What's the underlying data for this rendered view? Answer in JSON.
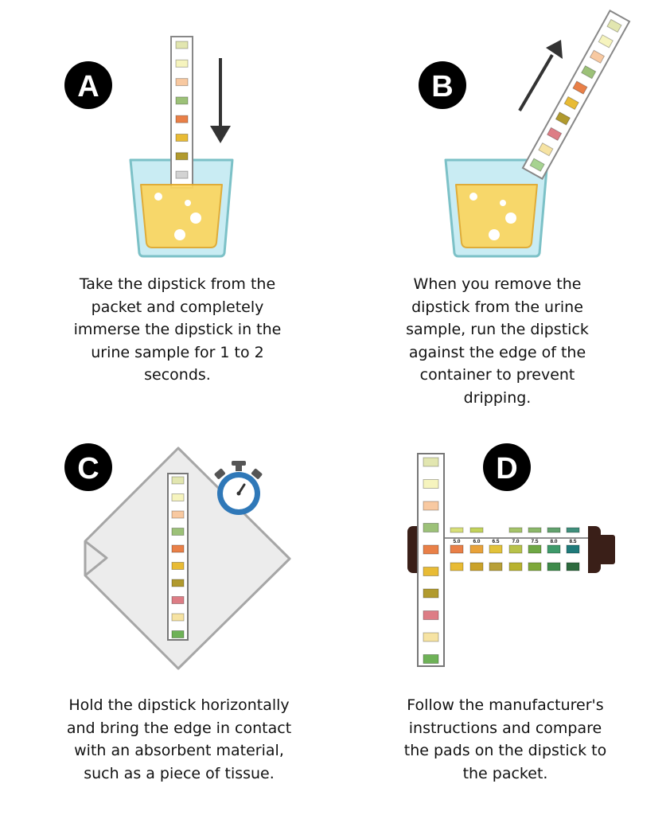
{
  "steps": [
    {
      "label": "A",
      "caption": [
        "Take the dipstick from the",
        "packet and completely",
        "immerse the dipstick in the",
        "urine sample for 1 to 2",
        "seconds."
      ]
    },
    {
      "label": "B",
      "caption": [
        "When you remove the",
        "dipstick from the urine",
        "sample, run the dipstick",
        "against the edge of the",
        "container to prevent",
        "dripping."
      ]
    },
    {
      "label": "C",
      "caption": [
        "Hold the dipstick horizontally",
        "and bring the edge in contact",
        "with an absorbent material,",
        "such as a piece of tissue."
      ]
    },
    {
      "label": "D",
      "caption": [
        "Follow the manufacturer's",
        "instructions and compare",
        "the pads on the dipstick to",
        "the packet."
      ]
    }
  ],
  "ph_scale": [
    "5.0",
    "6.0",
    "6.5",
    "7.0",
    "7.5",
    "8.0",
    "8.5"
  ],
  "colors": {
    "badge": "#000000",
    "cup_fill": "#c9ecf3",
    "cup_stroke": "#7cc1c7",
    "urine": "#fbd660",
    "urine_stroke": "#e1a82c",
    "strip_border": "#888888",
    "arrow": "#333333",
    "tissue": "#ececec",
    "tissue_stroke": "#a6a6a6",
    "timer_blue": "#2f78b8",
    "bottle": "#3a1f18"
  },
  "pad_colors": {
    "A": [
      "#e2e6b0",
      "#f6f4be",
      "#f8c9a1",
      "#9cc178",
      "#e98048",
      "#e8bb35",
      "#b19a2e",
      "#d3d3d3"
    ],
    "B": [
      "#e2e6b0",
      "#f6f4be",
      "#f8c9a1",
      "#9cc178",
      "#e98048",
      "#e8bb35",
      "#b19a2e",
      "#dd7d85",
      "#f6e3a3",
      "#a7d391"
    ],
    "C": [
      "#e2e6b0",
      "#f6f4be",
      "#f8c9a1",
      "#9cc178",
      "#e98048",
      "#e8bb35",
      "#b19a2e",
      "#dd7d85",
      "#f6e3a3",
      "#6eb257"
    ],
    "D": [
      "#e2e6b0",
      "#f6f4be",
      "#f8c9a1",
      "#9cc178",
      "#e98048",
      "#e8bb35",
      "#b19a2e",
      "#dd7d85",
      "#f6e3a3",
      "#6eb257"
    ],
    "label_row1": [
      "#d8e07a",
      "#c3d35c",
      "#a6c46a",
      "#8cb86a",
      "#62a26e",
      "#3f8f7c"
    ],
    "label_row2": [
      "#e98048",
      "#e8a23a",
      "#e2c23a",
      "#b8c24a",
      "#6fa845",
      "#3f9a6a",
      "#1f7a7a"
    ],
    "label_row3": [
      "#e8bb35",
      "#caa22a",
      "#b8a038",
      "#b8b22e",
      "#7ea83a",
      "#3e8a4a",
      "#2d6a3e"
    ]
  }
}
